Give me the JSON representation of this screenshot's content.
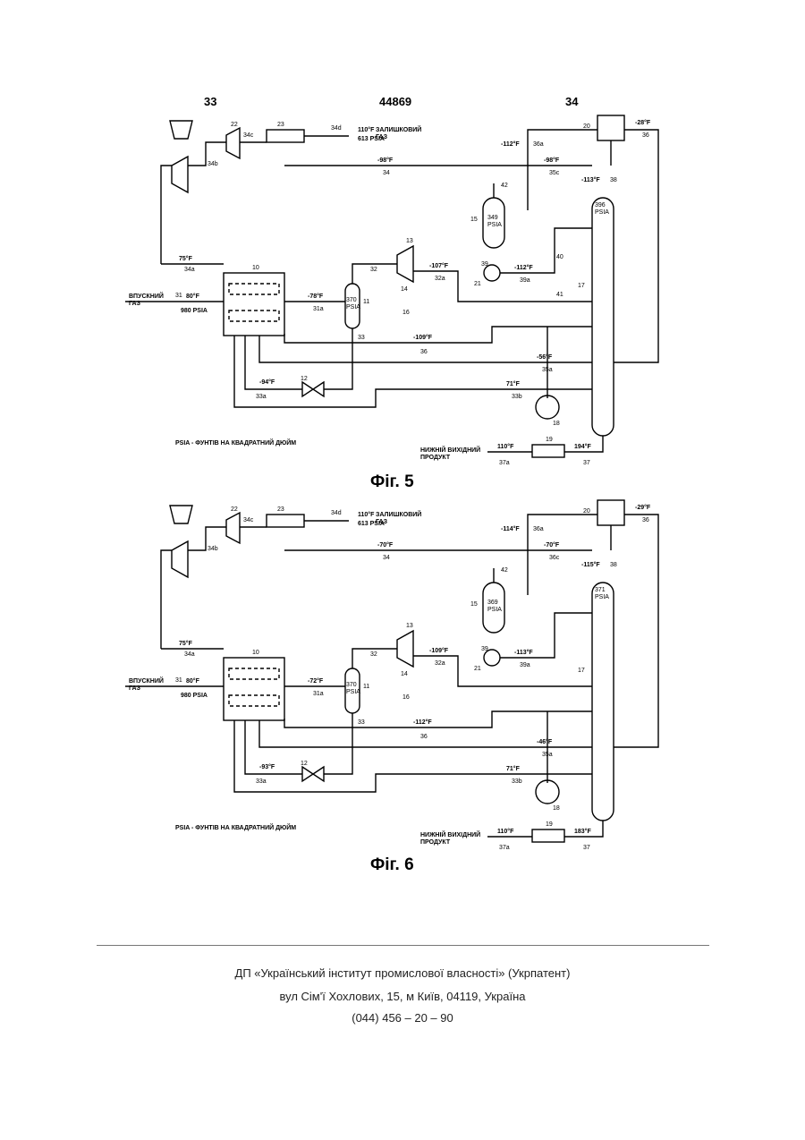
{
  "page_header": {
    "left": "33",
    "center": "44869",
    "right": "34"
  },
  "figures": [
    {
      "caption": "Фіг. 5",
      "tag": "fig5",
      "labels": {
        "residual_gas": "ЗАЛИШКОВИЙ\nГАЗ",
        "inlet_gas": "ВПУСКНИЙ\nГАЗ",
        "bottom_product": "НИЖНІЙ ВИХІДНИЙ\nПРОДУКТ",
        "footnote": "PSIA - ФУНТІВ НА КВАДРАТНИЙ ДЮЙМ",
        "t_residual": "110°F",
        "p_residual": "613 PSIA",
        "s_residual": "34d",
        "t_inlet": "80°F",
        "p_inlet": "980 PSIA",
        "s_inlet": "31",
        "t_34a": "75°F",
        "s_34a": "34a",
        "t_34": "-98°F",
        "s_34": "34",
        "t_35e": "-98°F",
        "s_35e": "35c",
        "t_31a": "-78°F",
        "s_31a": "31a",
        "t_32a": "-107°F",
        "s_32a": "32a",
        "t_39a": "-112°F",
        "s_39a": "39a",
        "t_36": "-109°F",
        "s_36": "36",
        "t_35a": "-56°F",
        "s_35a": "35a",
        "t_33b": "71°F",
        "s_33b": "33b",
        "t_33a": "-94°F",
        "s_33a": "33a",
        "t_36a": "-112°F",
        "s_36a": "36a",
        "t_38": "-113°F",
        "s_38": "38",
        "t_top": "-28°F",
        "s_top": "36",
        "t_bottom": "110°F",
        "s_bottom": "37a",
        "t_37": "194°F",
        "s_37": "37",
        "d_17": "370\nPSIA",
        "d_15": "349\nPSIA",
        "d_col": "396\nPSIA",
        "n10": "10",
        "n11": "11",
        "n12": "12",
        "n13": "13",
        "n14": "14",
        "n15": "15",
        "n16": "16",
        "n18": "18",
        "n19": "19",
        "n20": "20",
        "n21": "21",
        "n22": "22",
        "n23": "23",
        "n33": "33",
        "n34b": "34b",
        "n34c": "34c",
        "n39": "39",
        "n40": "40",
        "n41": "41",
        "n42": "42",
        "n32": "32",
        "n17": "17"
      }
    },
    {
      "caption": "Фіг. 6",
      "tag": "fig6",
      "labels": {
        "residual_gas": "ЗАЛИШКОВИЙ\nГАЗ",
        "inlet_gas": "ВПУСКНИЙ\nГАЗ",
        "bottom_product": "НИЖНІЙ ВИХІДНИЙ\nПРОДУКТ",
        "footnote": "PSIA - ФУНТІВ НА КВАДРАТНИЙ ДЮЙМ",
        "t_residual": "110°F",
        "p_residual": "613 PSIA",
        "s_residual": "34d",
        "t_inlet": "80°F",
        "p_inlet": "980 PSIA",
        "s_inlet": "31",
        "t_34a": "75°F",
        "s_34a": "34a",
        "t_34": "-70°F",
        "s_34": "34",
        "t_35e": "-70°F",
        "s_35e": "36c",
        "t_31a": "-72°F",
        "s_31a": "31a",
        "t_32a": "-109°F",
        "s_32a": "32a",
        "t_39a": "-113°F",
        "s_39a": "39a",
        "t_36": "-112°F",
        "s_36": "36",
        "t_35a": "-46°F",
        "s_35a": "35a",
        "t_33b": "71°F",
        "s_33b": "33b",
        "t_33a": "-93°F",
        "s_33a": "33a",
        "t_36a": "-114°F",
        "s_36a": "36a",
        "t_38": "-115°F",
        "s_38": "38",
        "t_top": "-29°F",
        "s_top": "36",
        "t_bottom": "110°F",
        "s_bottom": "37a",
        "t_37": "183°F",
        "s_37": "37",
        "d_17": "370\nPSIA",
        "d_15": "369\nPSIA",
        "d_col": "371\nPSIA",
        "n10": "10",
        "n11": "11",
        "n12": "12",
        "n13": "13",
        "n14": "14",
        "n15": "15",
        "n16": "16",
        "n18": "18",
        "n19": "19",
        "n20": "20",
        "n21": "21",
        "n22": "22",
        "n23": "23",
        "n33": "33",
        "n34b": "34b",
        "n34c": "34c",
        "n39": "39",
        "n40": "",
        "n41": "",
        "n42": "42",
        "n32": "32",
        "n17": "17"
      }
    }
  ],
  "footer": {
    "line1": "ДП «Український інститут промислової власності» (Укрпатент)",
    "line2": "вул  Сім'ї Хохлових, 15, м  Київ, 04119, Україна",
    "line3": "(044) 456 – 20 – 90"
  }
}
